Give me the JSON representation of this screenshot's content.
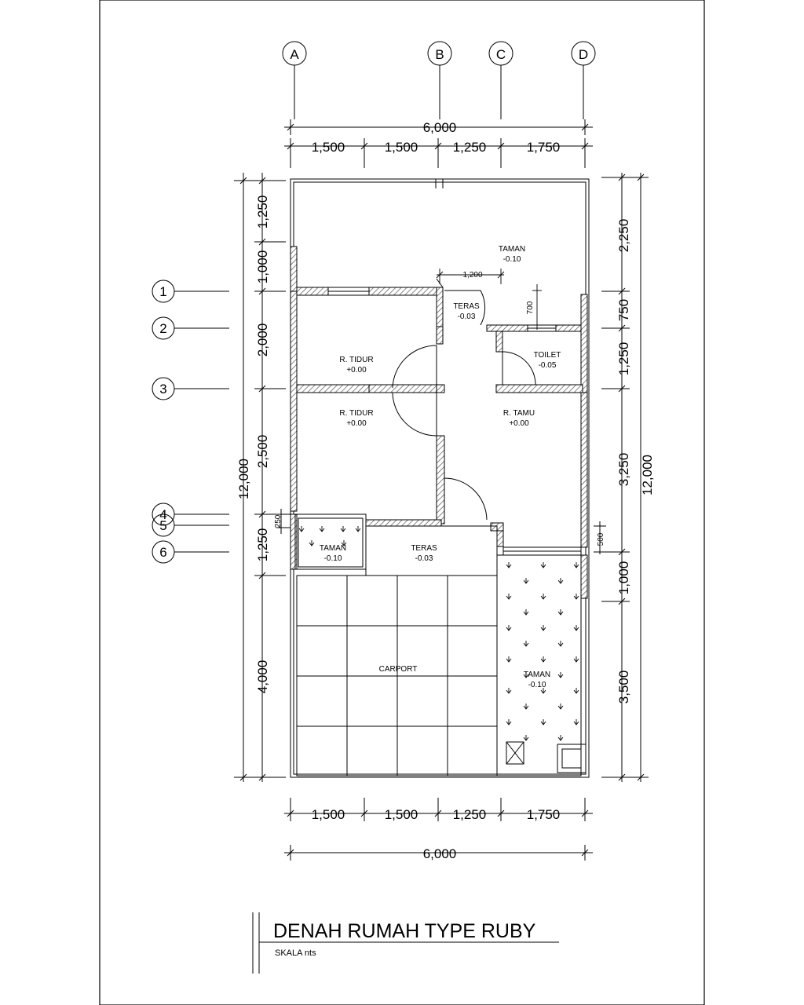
{
  "title": "DENAH RUMAH TYPE RUBY",
  "subtitle": "SKALA nts",
  "grid_axes": {
    "columns": [
      "A",
      "B",
      "C",
      "D"
    ],
    "rows": [
      "1",
      "2",
      "3",
      "4",
      "5",
      "6"
    ]
  },
  "dimensions": {
    "top_total": "6,000",
    "top_segments": [
      "1,500",
      "1,500",
      "1,250",
      "1,750"
    ],
    "bottom_total": "6,000",
    "bottom_segments": [
      "1,500",
      "1,500",
      "1,250",
      "1,750"
    ],
    "left_total": "12,000",
    "left_segments": [
      "1,250",
      "1,000",
      "2,000",
      "2,500",
      "1,250",
      "4,000"
    ],
    "left_small": "250",
    "right_total": "12,000",
    "right_segments": [
      "2,250",
      "750",
      "1,250",
      "3,250",
      "1,000",
      "3,500"
    ],
    "right_small": "500",
    "teras_width": "1,200",
    "teras_depth": "700"
  },
  "rooms": {
    "taman_back": {
      "name": "TAMAN",
      "level": "-0.10"
    },
    "teras_back": {
      "name": "TERAS",
      "level": "-0.03"
    },
    "toilet": {
      "name": "TOILET",
      "level": "-0.05"
    },
    "tidur_1": {
      "name": "R. TIDUR",
      "level": "+0.00"
    },
    "tidur_2": {
      "name": "R. TIDUR",
      "level": "+0.00"
    },
    "tamu": {
      "name": "R. TAMU",
      "level": "+0.00"
    },
    "taman_front_left": {
      "name": "TAMAN",
      "level": "-0.10"
    },
    "teras_front": {
      "name": "TERAS",
      "level": "-0.03"
    },
    "carport": {
      "name": "CARPORT"
    },
    "taman_side": {
      "name": "TAMAN",
      "level": "-0.10"
    }
  }
}
